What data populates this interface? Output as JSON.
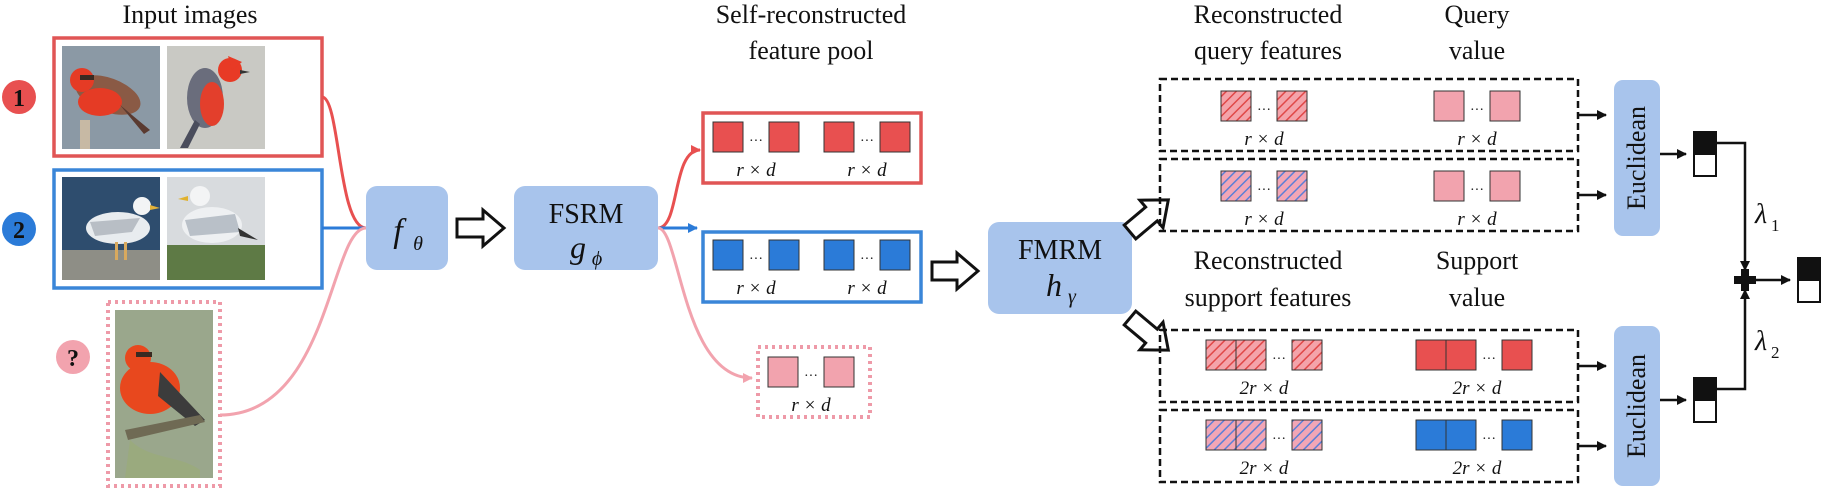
{
  "headers": {
    "input_images": "Input images",
    "pool_line1": "Self-reconstructed",
    "pool_line2": "feature pool",
    "recon_query_line1": "Reconstructed",
    "recon_query_line2": "query features",
    "query_value_line1": "Query",
    "query_value_line2": "value",
    "recon_support_line1": "Reconstructed",
    "recon_support_line2": "support features",
    "support_value_line1": "Support",
    "support_value_line2": "value"
  },
  "class_markers": [
    "1",
    "2",
    "?"
  ],
  "modules": {
    "encoder": {
      "symbol": "f",
      "subscript": "θ"
    },
    "fsrm": {
      "name": "FSRM",
      "symbol": "g",
      "subscript": "ϕ"
    },
    "fmrm": {
      "name": "FMRM",
      "symbol": "h",
      "subscript": "γ"
    },
    "euclidean_label": "Euclidean"
  },
  "dims": {
    "r_d": "r × d",
    "two_r_d": "2r × d",
    "dots": "···"
  },
  "weights": {
    "lambda1": "λ",
    "lambda1_sub": "1",
    "lambda2": "λ",
    "lambda2_sub": "2"
  },
  "colors": {
    "red": "#E85050",
    "red_border": "#E05555",
    "blue": "#2B7BD8",
    "blue_border": "#3A86D8",
    "pink": "#F2A3AE",
    "pink_border": "#EE9AA8",
    "module_fill": "#A8C4EC",
    "hatch_red_bg": "#F4A3AA",
    "hatch_blue_bg": "#8FA9E4"
  }
}
